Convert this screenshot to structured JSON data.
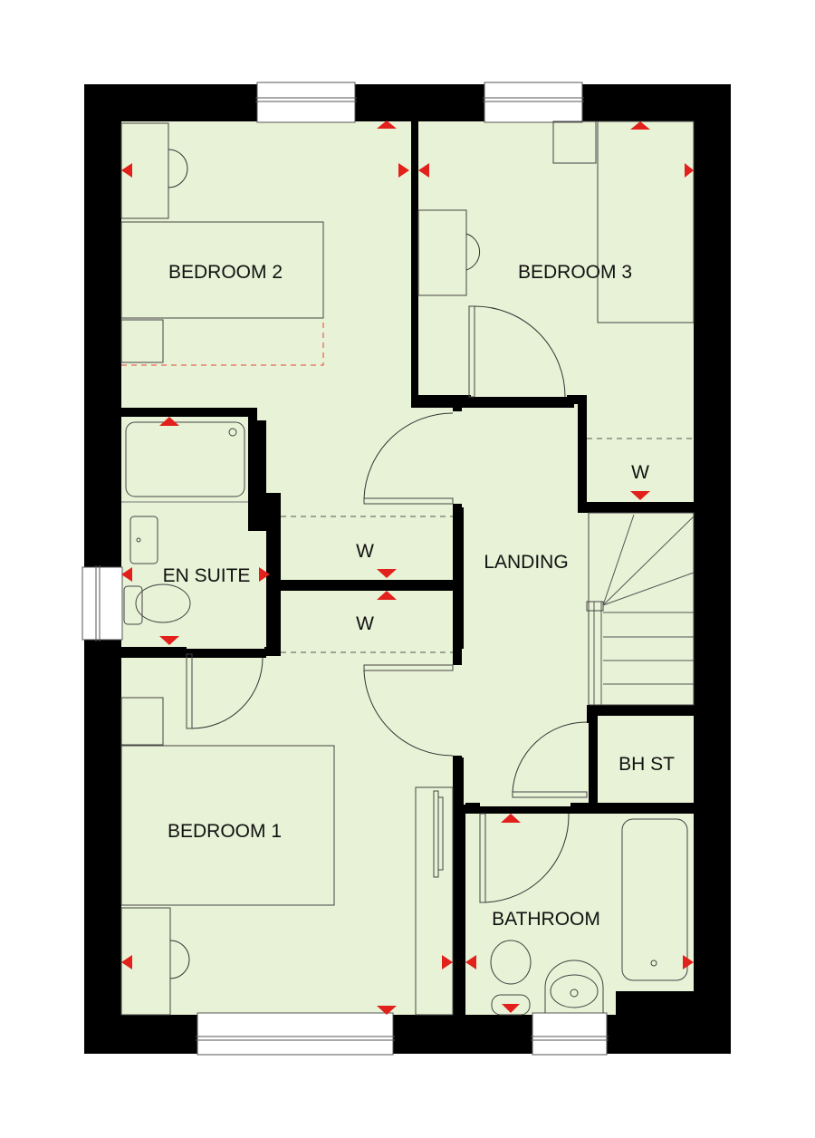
{
  "plan": {
    "rooms": {
      "bedroom2": "BEDROOM 2",
      "bedroom3": "BEDROOM 3",
      "en_suite": "EN SUITE",
      "wardrobe_b3": "W",
      "wardrobe_upper": "W",
      "wardrobe_lower": "W",
      "landing": "LANDING",
      "bh_st": "BH ST",
      "bedroom1": "BEDROOM 1",
      "bathroom": "BATHROOM"
    },
    "colors": {
      "floor": "#e8f2d6",
      "wall": "#000000",
      "marker": "#e2201c"
    }
  }
}
